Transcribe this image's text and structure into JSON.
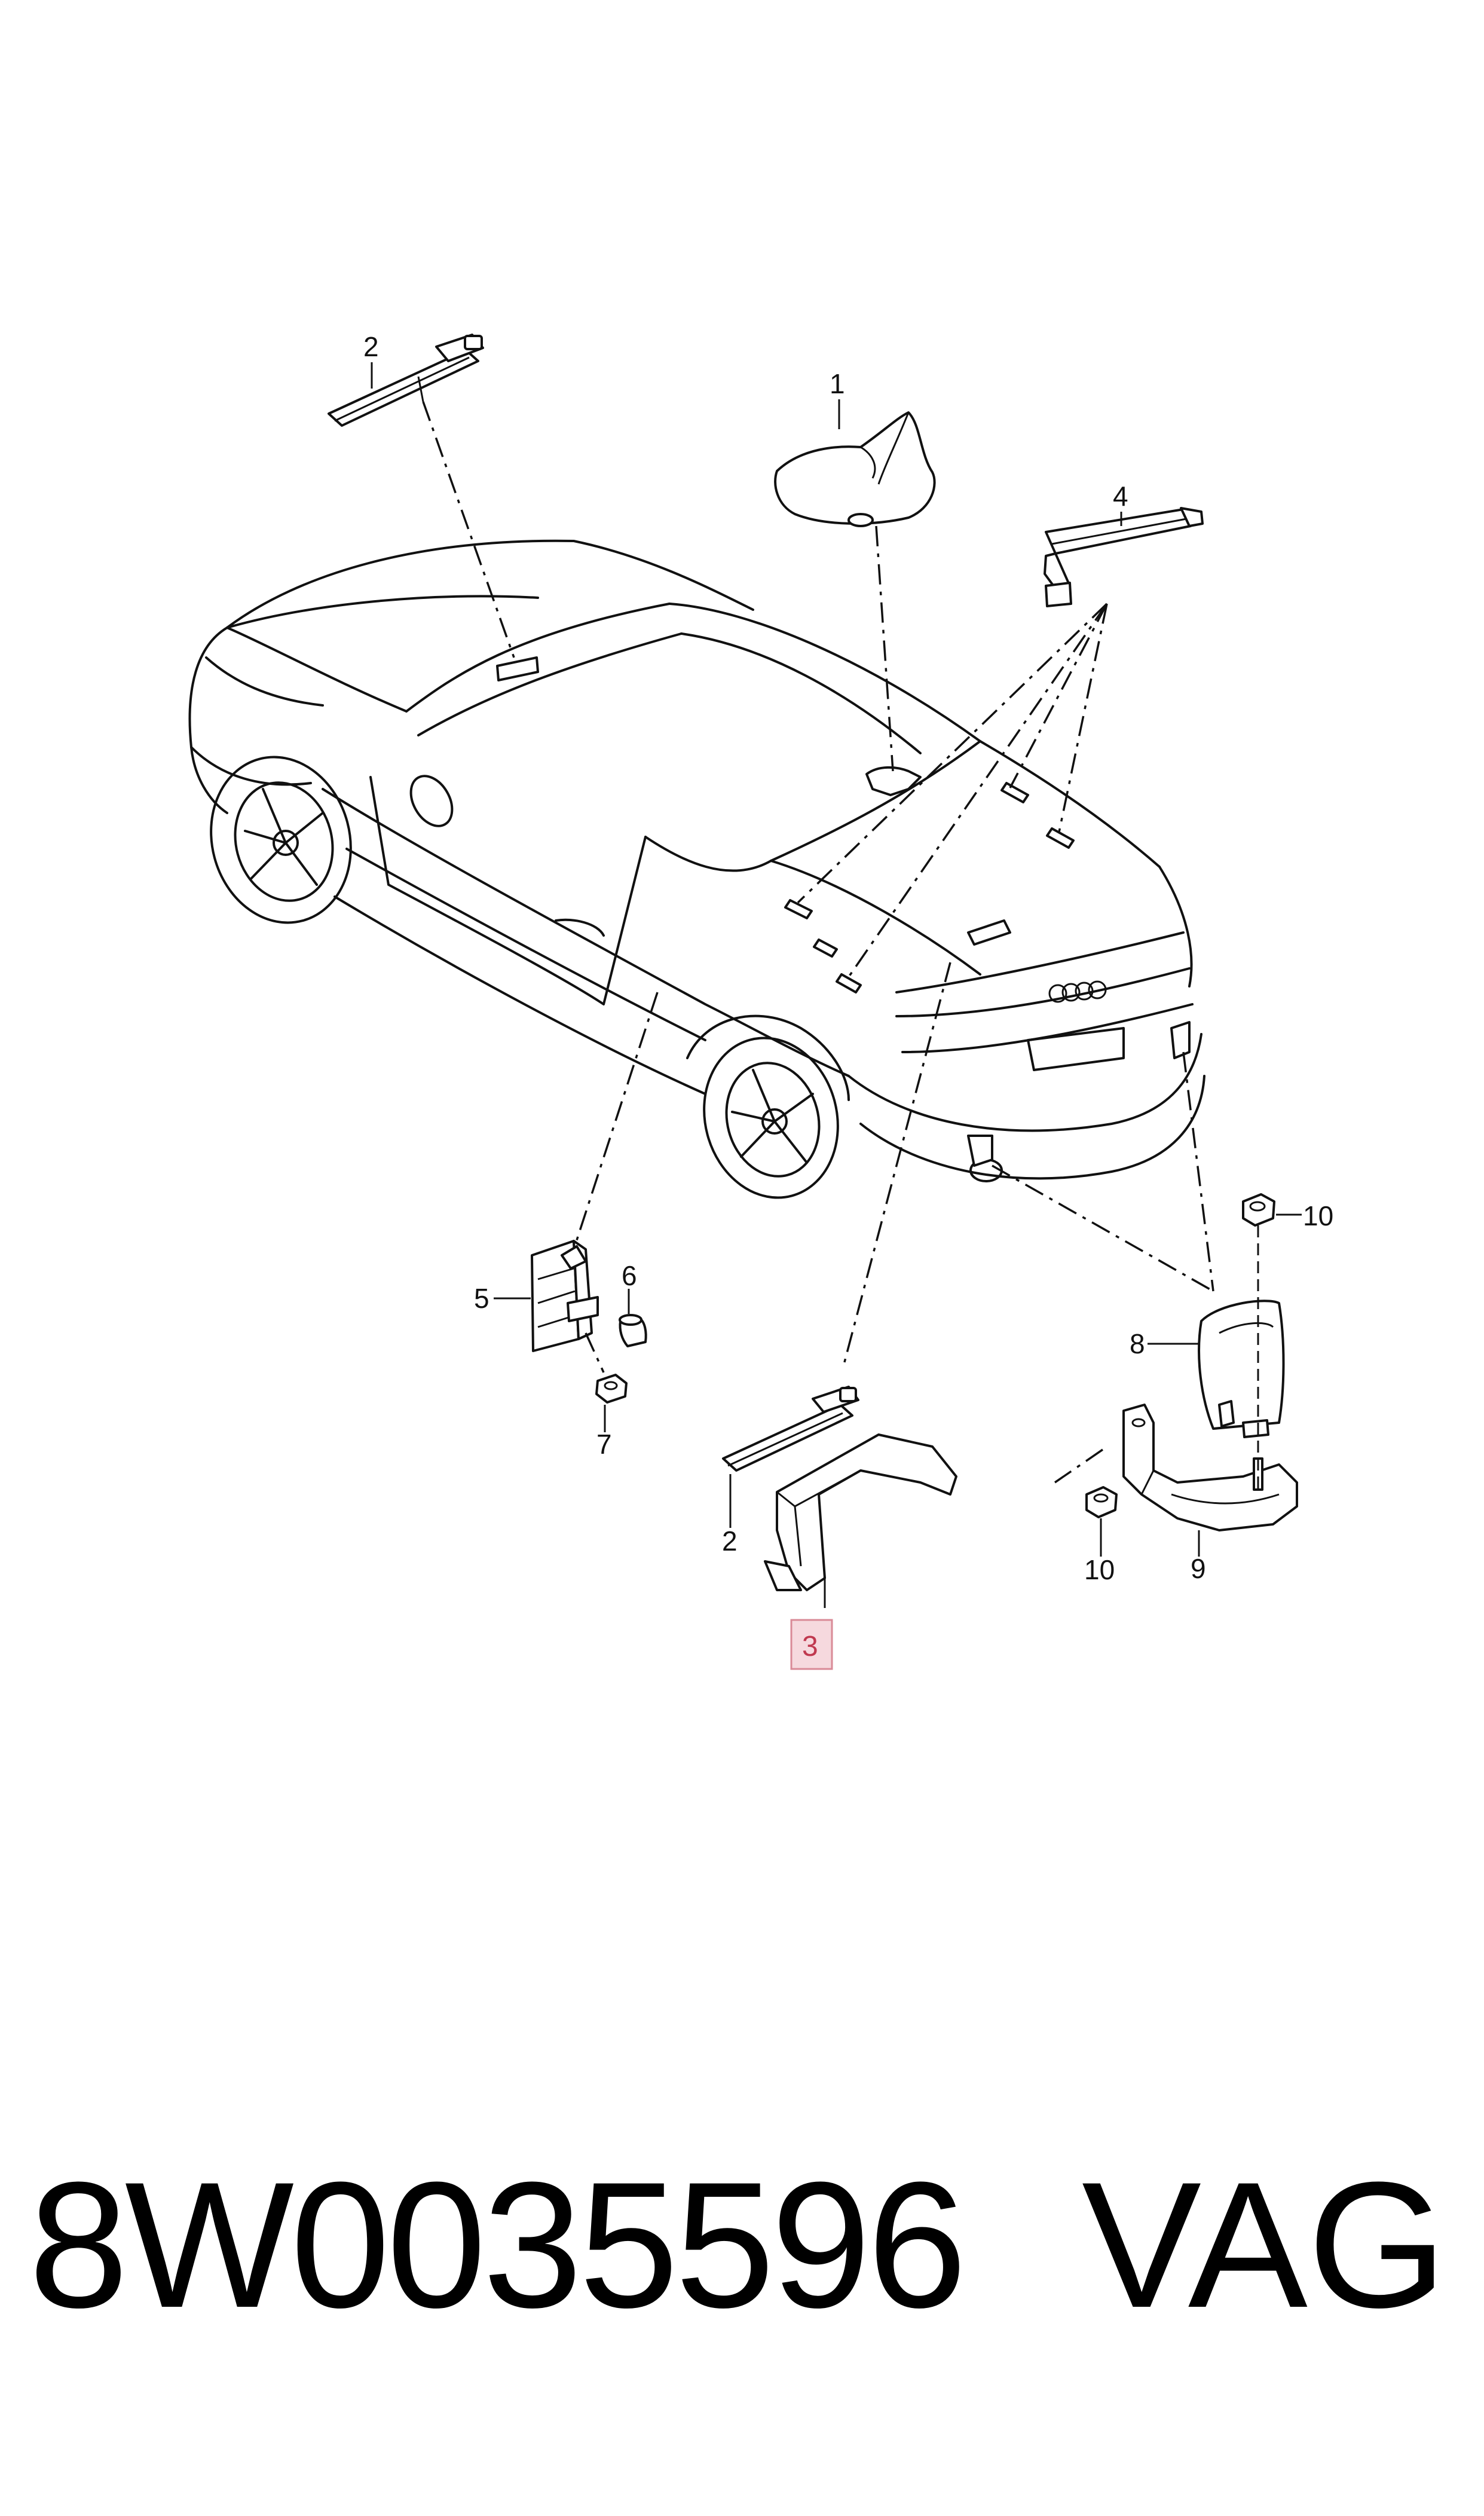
{
  "callouts": {
    "c1": "1",
    "c2_top": "2",
    "c2_bottom": "2",
    "c3": "3",
    "c4": "4",
    "c5": "5",
    "c6": "6",
    "c7": "7",
    "c8": "8",
    "c9": "9",
    "c10_top": "10",
    "c10_bottom": "10"
  },
  "highlight_color": "#f6d9de",
  "footer": {
    "part_number": "8W0035596",
    "brand": "VAG"
  }
}
